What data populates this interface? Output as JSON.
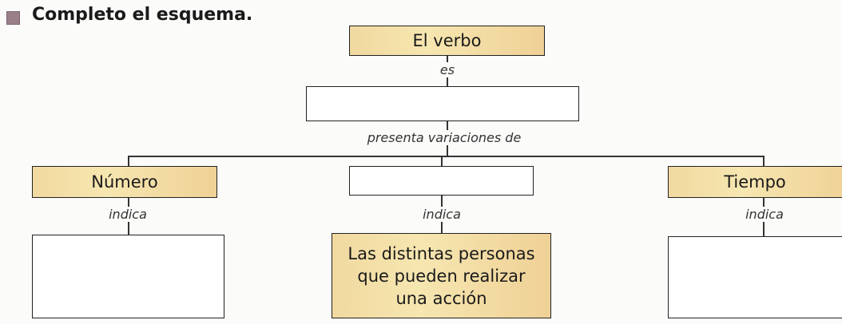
{
  "instruction": {
    "text": "Completo el esquema.",
    "icon": "square-bullet-icon"
  },
  "root": {
    "label": "El verbo"
  },
  "link_es": "es",
  "definition_box": {
    "value": ""
  },
  "link_variations": "presenta variaciones de",
  "branches": [
    {
      "label": "Número",
      "link": "indica",
      "answer": ""
    },
    {
      "label": "",
      "link": "indica",
      "answer": "Las distintas personas que pueden realizar una acción"
    },
    {
      "label": "Tiempo",
      "link": "indica",
      "answer": ""
    }
  ],
  "colors": {
    "filled_box": "#f3dfa4",
    "bullet": "#9a7f89"
  }
}
